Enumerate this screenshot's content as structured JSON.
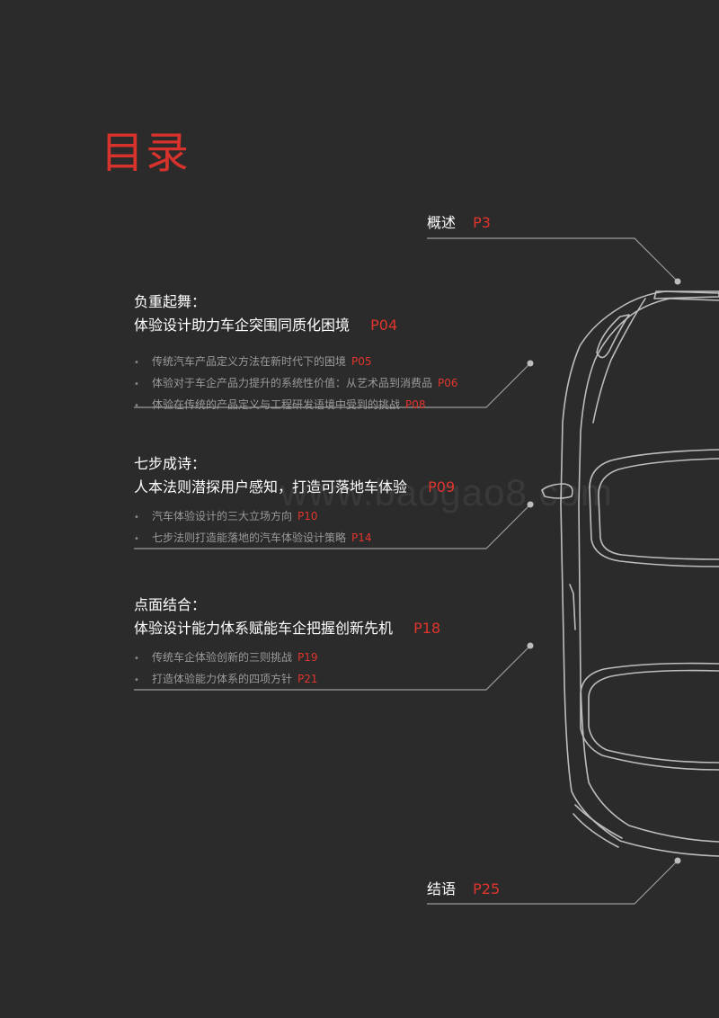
{
  "title": "目录",
  "overview": {
    "label": "概述",
    "page": "P3"
  },
  "sections": [
    {
      "heading1": "负重起舞：",
      "heading2": "体验设计助力车企突围同质化困境",
      "page": "P04",
      "items": [
        {
          "text": "传统汽车产品定义方法在新时代下的困境",
          "page": "P05"
        },
        {
          "text": "体验对于车企产品力提升的系统性价值：从艺术品到消费品",
          "page": "P06"
        },
        {
          "text": "体验在传统的产品定义与工程研发语境中受到的挑战",
          "page": "P08"
        }
      ]
    },
    {
      "heading1": "七步成诗：",
      "heading2": "人本法则潜探用户感知，打造可落地车体验",
      "page": "P09",
      "items": [
        {
          "text": "汽车体验设计的三大立场方向",
          "page": "P10"
        },
        {
          "text": "七步法则打造能落地的汽车体验设计策略",
          "page": "P14"
        }
      ]
    },
    {
      "heading1": "点面结合：",
      "heading2": "体验设计能力体系赋能车企把握创新先机",
      "page": "P18",
      "items": [
        {
          "text": "传统车企体验创新的三则挑战",
          "page": "P19"
        },
        {
          "text": "打造体验能力体系的四项方针",
          "page": "P21"
        }
      ]
    }
  ],
  "conclusion": {
    "label": "结语",
    "page": "P25"
  },
  "watermark": "www.baogao8.com",
  "colors": {
    "background": "#2b2b2b",
    "accent": "#e0352d",
    "muted": "#9a9a9a",
    "line": "#9c9c9c"
  }
}
